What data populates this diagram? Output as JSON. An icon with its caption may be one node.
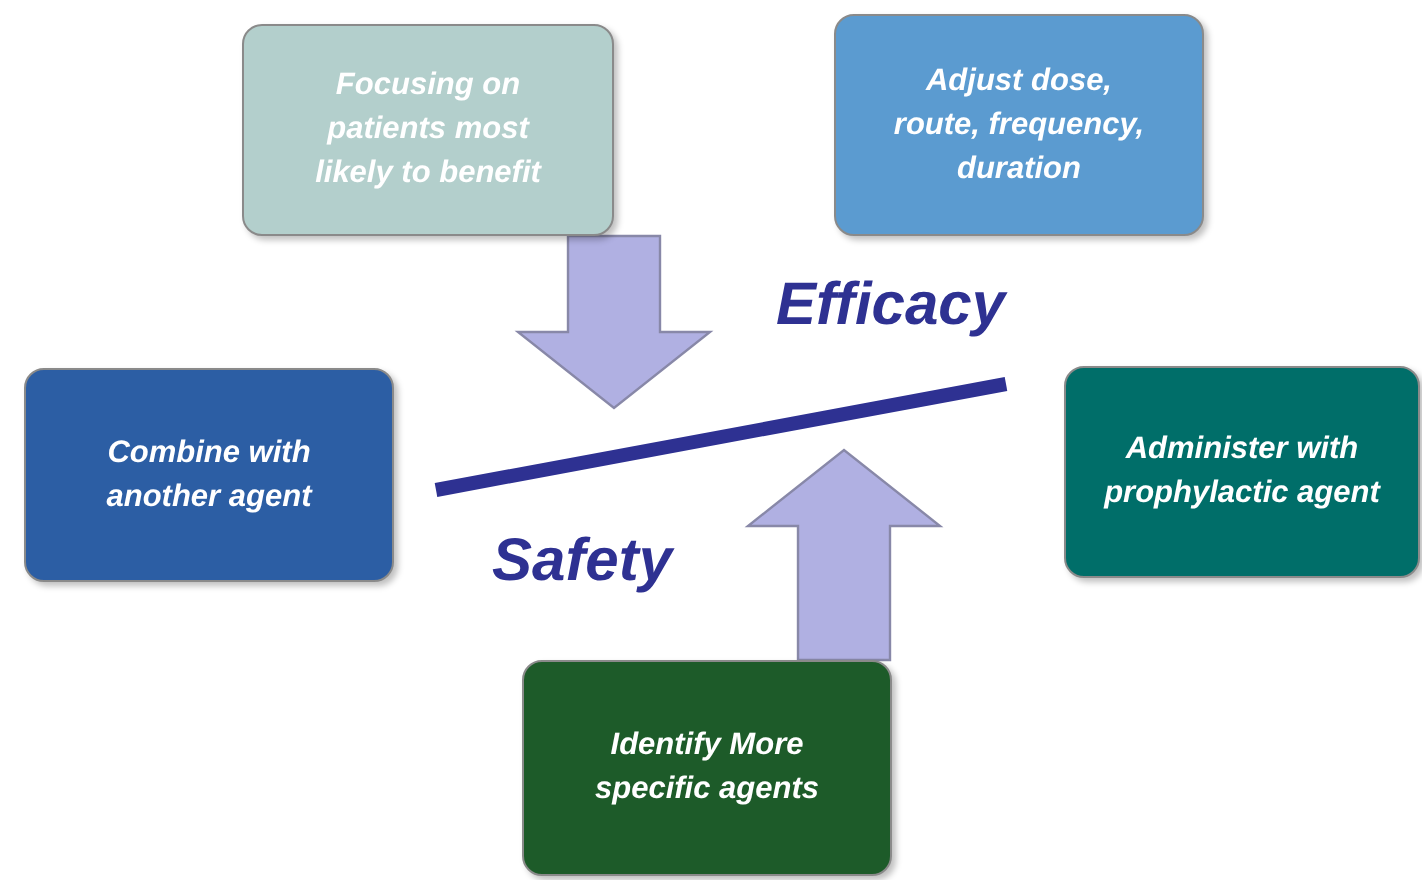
{
  "diagram": {
    "nodes": [
      {
        "text": [
          "Focusing on patients most likely to benefit"
        ]
      },
      {
        "text": [
          "Adjust dose, route, frequency, duration"
        ]
      },
      {
        "text": [
          "Combine with another agent"
        ]
      },
      {
        "text": [
          "Administer with prophylactic agent"
        ]
      },
      {
        "text": [
          "Identify More specific agents"
        ]
      }
    ],
    "edges": [
      {
        "from": 0,
        "to": null,
        "arrow": "to"
      },
      {
        "from": 4,
        "to": null,
        "arrow": "to"
      }
    ],
    "labels": [
      "Efficacy",
      "Safety"
    ]
  }
}
